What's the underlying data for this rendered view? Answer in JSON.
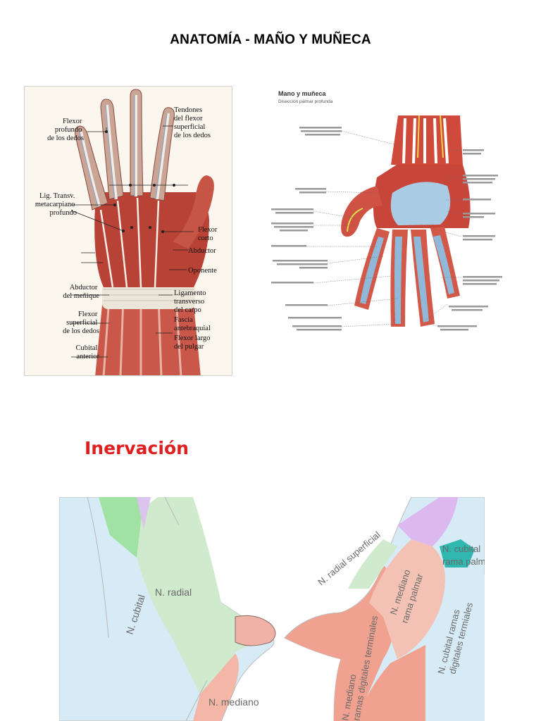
{
  "title": "ANATOMÍA -  MAÑO  Y MUÑECA",
  "section_heading": "Inervación",
  "colors": {
    "heading": "#e02020",
    "muscle": "#c44a3c",
    "tendon": "#e9e0d0",
    "sheath_blue": "#8fb6d6",
    "radial_green": "#cfeacc",
    "cubital_blue": "#d7ecf6",
    "mediano_salmon": "#f0a08e",
    "lilac": "#dcb8e8",
    "teal": "#2fb7b0"
  },
  "figure1": {
    "labels": [
      [
        "Flexor",
        "profundo",
        "de los dedos"
      ],
      [
        "Tendones",
        "del flexor",
        "superficial",
        "de los dedos"
      ],
      [
        "Lig. Transv.",
        "metacarpiano",
        "profundo"
      ],
      [
        "Flexor",
        "corto"
      ],
      [
        "Abductor"
      ],
      [
        "Oponente"
      ],
      [
        "Abductor",
        "del meñique"
      ],
      [
        "Ligamento",
        "transverso",
        "del carpo"
      ],
      [
        "Fascia",
        "antebraquial"
      ],
      [
        "Flexor",
        "superficial",
        "de los dedos"
      ],
      [
        "Flexor largo",
        "del pulgar"
      ],
      [
        "Cubital",
        "anterior"
      ]
    ]
  },
  "figure2": {
    "title": "Mano y muñeca",
    "subtitle": "Disección palmar profunda"
  },
  "figure3": {
    "labels": {
      "cubital": "N. cubital",
      "radial": "N. radial",
      "mediano": "N. mediano",
      "radial_superficial": "N. radial superficial",
      "cubital_palmar_1": "N. cubital",
      "cubital_palmar_2": "rama palmar",
      "mediano_palmar_1": "N. mediano",
      "mediano_palmar_2": "rama palmar",
      "cubital_ramas_1": "N. cubital ramas",
      "cubital_ramas_2": "digitales termiales",
      "mediano_ramas_1": "N. mediano",
      "mediano_ramas_2": "ramas digitales terminales"
    }
  }
}
